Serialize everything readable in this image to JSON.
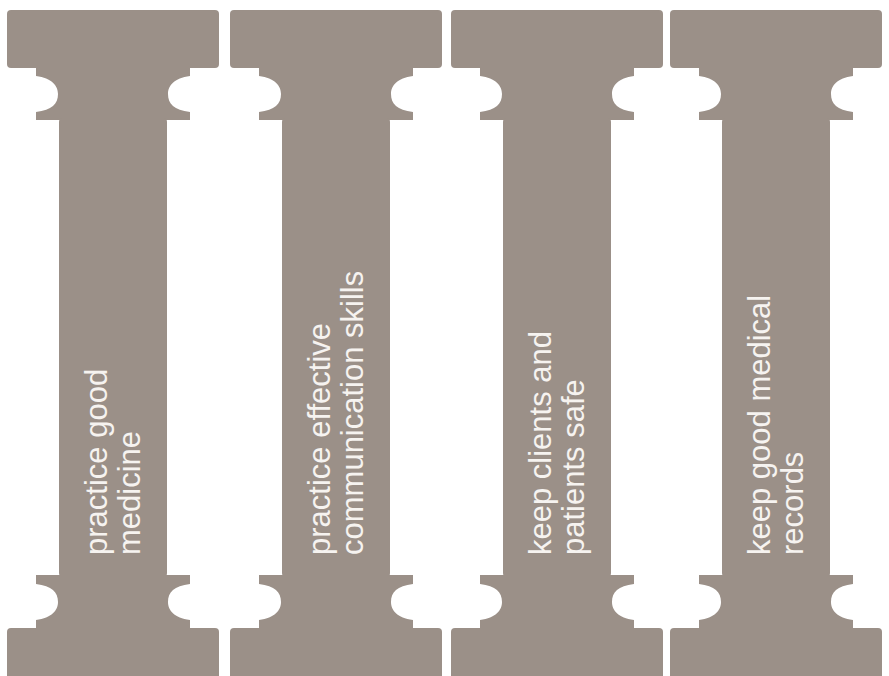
{
  "diagram": {
    "nodes": [
      {
        "text": [
          "practice good medicine"
        ]
      },
      {
        "text": [
          "practice effective communication skills"
        ]
      },
      {
        "text": [
          "keep clients and patients safe"
        ]
      },
      {
        "text": [
          "keep good medical records"
        ]
      }
    ]
  }
}
